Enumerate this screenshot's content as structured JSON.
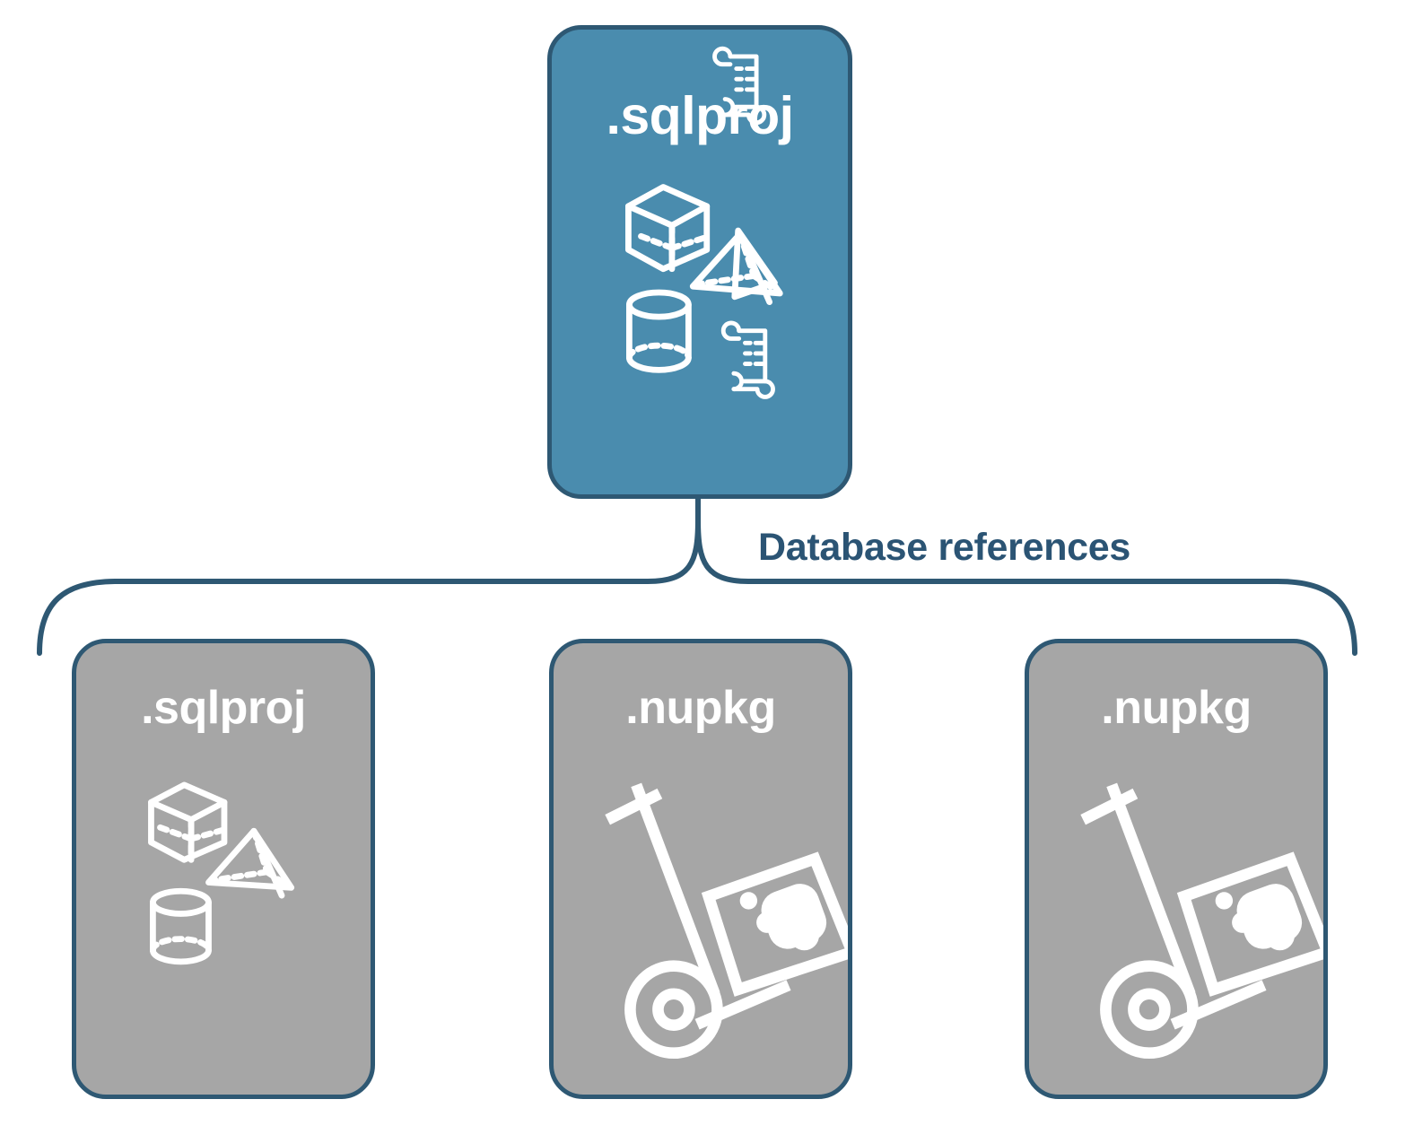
{
  "diagram": {
    "title": "Database references",
    "colors": {
      "primary_fill": "#4a8cae",
      "secondary_fill": "#a6a6a6",
      "stroke": "#2e5873",
      "label_text": "#2b5474",
      "box_text": "#ffffff",
      "background": "#ffffff"
    },
    "connector": {
      "label": "Database references",
      "type": "curly-bracket",
      "parent": "sqlproj-root",
      "children": [
        "sqlproj-reference",
        "nupkg-reference-1",
        "nupkg-reference-2"
      ]
    },
    "nodes": {
      "root": {
        "id": "sqlproj-root",
        "label": ".sqlproj",
        "fill": "primary",
        "icons": [
          "cube-wireframe-icon",
          "scroll-script-icon",
          "pyramid-wireframe-icon",
          "cylinder-wireframe-icon",
          "scroll-script-icon"
        ]
      },
      "references": [
        {
          "id": "sqlproj-reference",
          "label": ".sqlproj",
          "fill": "secondary",
          "icons": [
            "cube-wireframe-icon",
            "pyramid-wireframe-icon",
            "cylinder-wireframe-icon"
          ]
        },
        {
          "id": "nupkg-reference-1",
          "label": ".nupkg",
          "fill": "secondary",
          "icons": [
            "hand-truck-package-icon"
          ]
        },
        {
          "id": "nupkg-reference-2",
          "label": ".nupkg",
          "fill": "secondary",
          "icons": [
            "hand-truck-package-icon"
          ]
        }
      ]
    }
  }
}
